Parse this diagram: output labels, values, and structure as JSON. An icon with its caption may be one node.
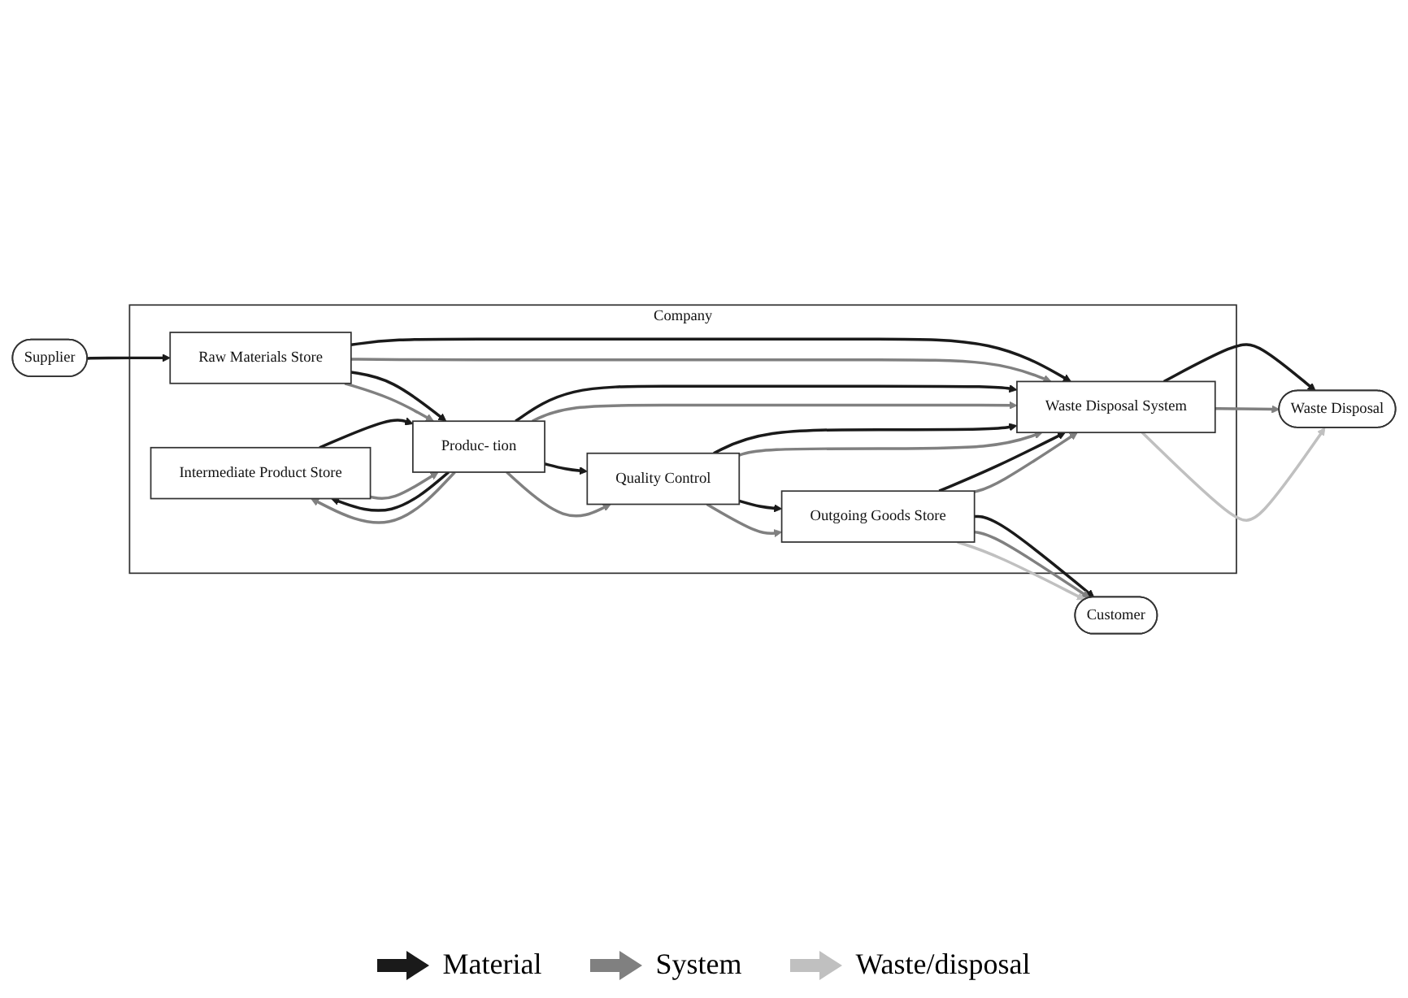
{
  "diagram": {
    "nodes": [
      {
        "text": [
          "Company"
        ]
      },
      {
        "text": [
          "Intermediate Product Store"
        ],
        "in": 0
      },
      {
        "text": [
          "Raw Materials Store"
        ],
        "in": 0
      },
      {
        "text": [
          "Produc- tion"
        ],
        "in": 0
      },
      {
        "text": [
          "Quality Control"
        ],
        "in": 0
      },
      {
        "text": [
          "Outgoing Goods Store"
        ],
        "in": 0
      },
      {
        "text": [
          "Waste Disposal System"
        ],
        "in": 0
      },
      {
        "text": [
          "Supplier"
        ]
      },
      {
        "text": [
          "Customer"
        ]
      },
      {
        "text": [
          "Waste Disposal"
        ]
      }
    ],
    "edges": [
      {
        "from": 7,
        "to": 2,
        "arrow": "to"
      },
      {
        "from": 2,
        "to": 3,
        "arrow": "to"
      },
      {
        "from": 2,
        "to": 3,
        "arrow": "to",
        "color": "#808080"
      },
      {
        "from": 3,
        "to": 1,
        "arrow": "to"
      },
      {
        "from": 3,
        "to": 1,
        "arrow": "to",
        "color": "#808080"
      },
      {
        "from": 1,
        "to": 3,
        "arrow": "to"
      },
      {
        "from": 1,
        "to": 3,
        "arrow": "to",
        "color": "#808080"
      },
      {
        "from": 3,
        "to": 4,
        "arrow": "to"
      },
      {
        "from": 3,
        "to": 4,
        "arrow": "to",
        "color": "#808080"
      },
      {
        "from": 4,
        "to": 5,
        "arrow": "to"
      },
      {
        "from": 4,
        "to": 5,
        "arrow": "to",
        "color": "#808080"
      },
      {
        "from": 5,
        "to": 8,
        "arrow": "to"
      },
      {
        "from": 5,
        "to": 8,
        "arrow": "to",
        "color": "#808080"
      },
      {
        "from": 5,
        "to": 8,
        "arrow": "to",
        "color": "#c0c0c0"
      },
      {
        "from": 2,
        "to": 6,
        "arrow": "to"
      },
      {
        "from": 2,
        "to": 6,
        "arrow": "to",
        "color": "#808080"
      },
      {
        "from": 3,
        "to": 6,
        "arrow": "to"
      },
      {
        "from": 3,
        "to": 6,
        "arrow": "to",
        "color": "#808080"
      },
      {
        "from": 4,
        "to": 6,
        "arrow": "to"
      },
      {
        "from": 4,
        "to": 6,
        "arrow": "to",
        "color": "#808080"
      },
      {
        "from": 5,
        "to": 6,
        "arrow": "to"
      },
      {
        "from": 5,
        "to": 6,
        "arrow": "to",
        "color": "#808080"
      },
      {
        "from": 6,
        "to": 9,
        "arrow": "to"
      },
      {
        "from": 6,
        "to": 9,
        "arrow": "to",
        "color": "#808080"
      },
      {
        "from": 6,
        "to": 9,
        "arrow": "to",
        "color": "#c0c0c0"
      }
    ],
    "legend": [
      {
        "text": "Material",
        "color": "#1a1a1a"
      },
      {
        "text": "System",
        "color": "#808080"
      },
      {
        "text": "Waste/disposal",
        "color": "#c0c0c0"
      }
    ]
  }
}
